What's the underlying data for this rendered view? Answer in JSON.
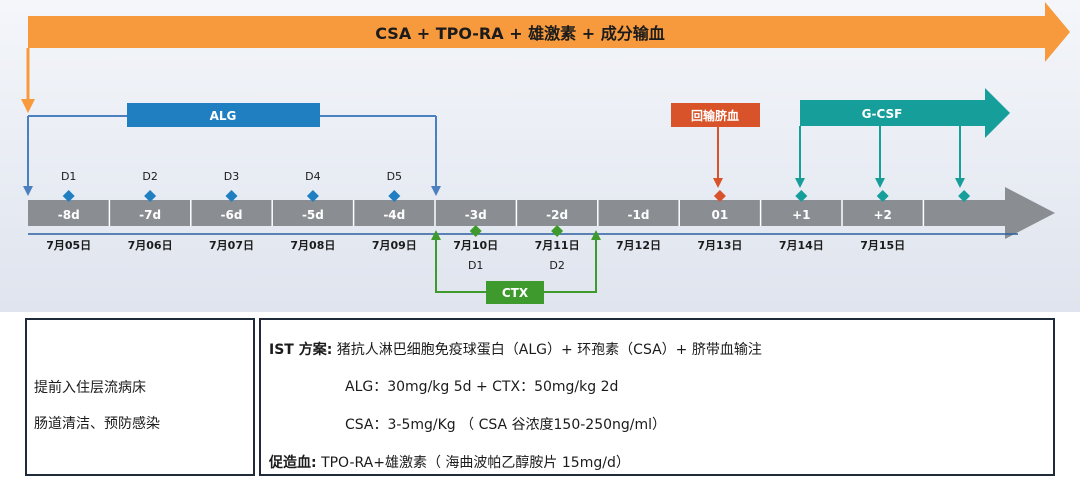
{
  "banner": {
    "text": "CSA + TPO-RA + 雄激素 + 成分输血",
    "color": "#f79a3e"
  },
  "alg": {
    "label": "ALG",
    "color": "#1f7fc0"
  },
  "cord_blood": {
    "label": "回输脐血",
    "color": "#d9532a"
  },
  "gcsf": {
    "label": "G-CSF",
    "color": "#159e9a"
  },
  "ctx": {
    "label": "CTX",
    "color": "#3f9a2d"
  },
  "timeline": {
    "bar_color": "#8a8d92",
    "segments": [
      "-8d",
      "-7d",
      "-6d",
      "-5d",
      "-4d",
      "-3d",
      "-2d",
      "-1d",
      "01",
      "+1",
      "+2",
      ""
    ],
    "dates": [
      "7月05日",
      "7月06日",
      "7月07日",
      "7月08日",
      "7月09日",
      "7月10日",
      "7月11日",
      "7月12日",
      "7月13日",
      "7月14日",
      "7月15日"
    ],
    "alg_days": [
      "D1",
      "D2",
      "D3",
      "D4",
      "D5"
    ],
    "ctx_days": [
      "D1",
      "D2"
    ]
  },
  "left_panel": {
    "line1": "提前入住层流病床",
    "line2": "肠道清洁、预防感染"
  },
  "right_panel": {
    "ist_label": "IST 方案:",
    "ist_text": "猪抗人淋巴细胞免疫球蛋白（ALG）+ 环孢素（CSA）+ 脐带血输注",
    "alg_line": "ALG：30mg/kg 5d + CTX：50mg/kg 2d",
    "csa_line": "CSA：3-5mg/Kg （ CSA 谷浓度150-250ng/ml）",
    "promote_label": "促造血:",
    "promote_text": "TPO-RA+雄激素（ 海曲波帕乙醇胺片 15mg/d）"
  }
}
